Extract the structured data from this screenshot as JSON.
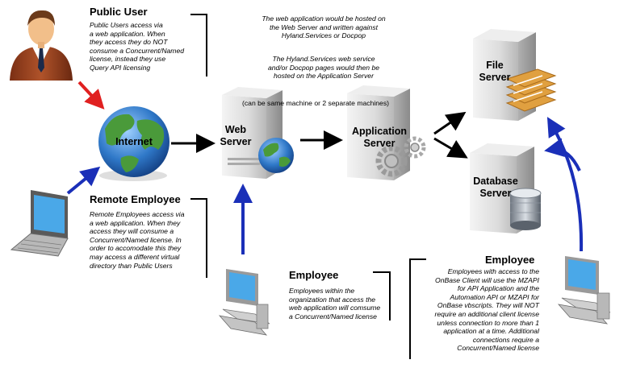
{
  "nodes": {
    "internet": "Internet",
    "web_server": [
      "Web",
      "Server"
    ],
    "app_server": [
      "Application",
      "Server"
    ],
    "file_server": [
      "File",
      "Server"
    ],
    "db_server": [
      "Database",
      "Server"
    ]
  },
  "public_user": {
    "title": "Public User",
    "desc": [
      "Public Users access via",
      "a web application. When",
      "they access they do NOT",
      "consume a Concurrent/Named",
      "license, instead they use",
      "Query API licensing"
    ]
  },
  "hosting_note": {
    "para1": [
      "The web application would be hosted on",
      "the Web Server and written against",
      "Hyland.Services or Docpop"
    ],
    "para2": [
      "The Hyland.Services web service",
      "and/or Docpop pages would then be",
      "hosted on the Application Server"
    ]
  },
  "same_machine_note": "(can be same machine or 2 separate machines)",
  "remote_employee": {
    "title": "Remote Employee",
    "desc": [
      "Remote Employees access via",
      "a web application. When they",
      "access they will consume a",
      "Concurrent/Named license. In",
      "order to accomodate this they",
      "may access a different virtual",
      "directory than Public Users"
    ]
  },
  "employee_web": {
    "title": "Employee",
    "desc": [
      "Employees within the",
      "organization that access the",
      "web application will comsume",
      "a Concurrent/Named license"
    ]
  },
  "employee_client": {
    "title": "Employee",
    "desc": [
      "Employees with access to the",
      "OnBase Client will use the MZAPI",
      "for API Application and the",
      "Automation API or MZAPI for",
      "OnBase vbscripts. They will NOT",
      "require an additional client license",
      "unless connection to more than 1",
      "application at a time. Additional",
      "connections require a",
      "Concurrent/Named license"
    ]
  },
  "colors": {
    "arrow_red": "#e02020",
    "arrow_blue": "#1a2fb8",
    "arrow_black": "#000000",
    "globe_land": "#4a9a3a",
    "globe_sea": "#2a6fc0",
    "server_body": "#d8d8d8",
    "files": "#e0a040"
  },
  "icons": [
    "user-avatar-icon",
    "globe-icon",
    "laptop-icon",
    "desktop-computer-icon",
    "server-tower-icon",
    "gear-icon",
    "file-stack-icon",
    "database-cylinder-icon"
  ]
}
